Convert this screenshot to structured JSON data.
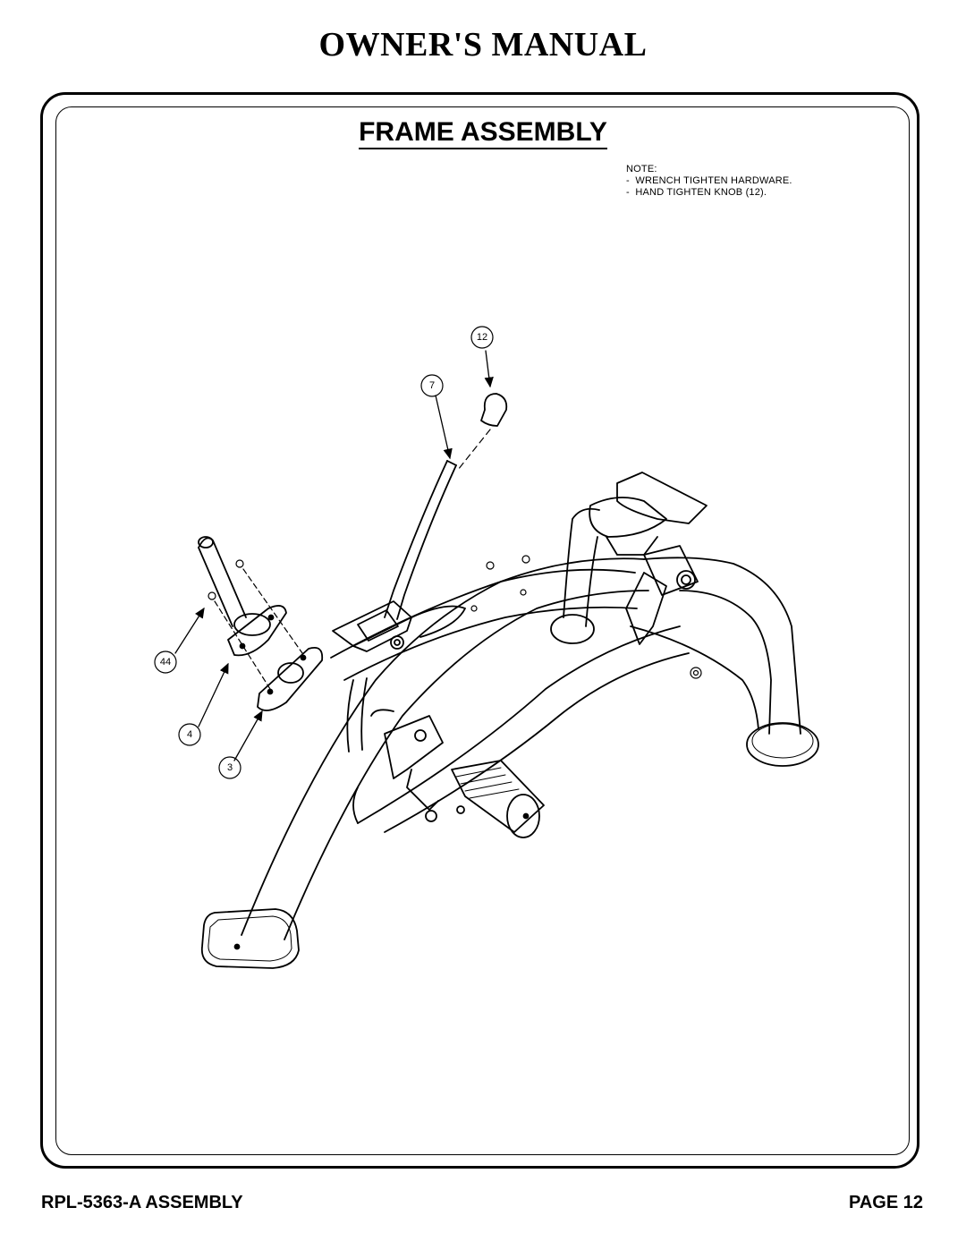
{
  "header": {
    "title": "OWNER'S MANUAL"
  },
  "section": {
    "title": "FRAME ASSEMBLY"
  },
  "note": {
    "heading": "NOTE:",
    "lines": [
      "-  WRENCH TIGHTEN HARDWARE.",
      "-  HAND TIGHTEN KNOB (12)."
    ]
  },
  "callouts": [
    "12",
    "7",
    "44",
    "4",
    "3"
  ],
  "footer": {
    "model": "RPL-5363-A ASSEMBLY",
    "page": "PAGE 12"
  }
}
